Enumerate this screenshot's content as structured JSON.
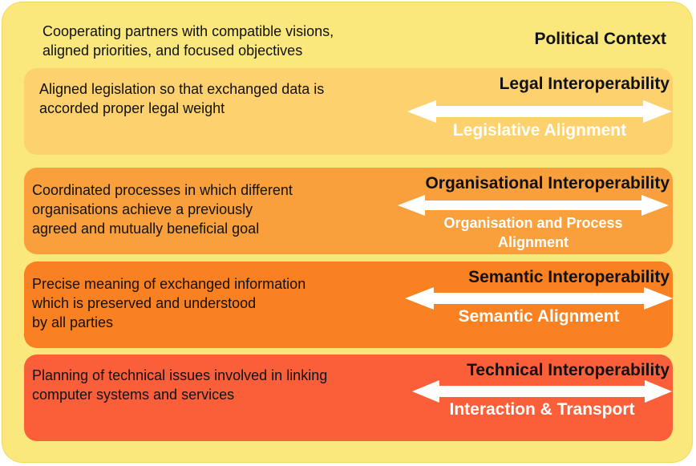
{
  "political_context": {
    "title": "Political Context",
    "description_line1": "Cooperating partners with compatible visions,",
    "description_line2": "aligned priorities, and focused objectives"
  },
  "layers": [
    {
      "title": "Legal Interoperability",
      "description_lines": [
        "Aligned legislation so that exchanged data is",
        "accorded proper legal weight"
      ],
      "alignment_lines": [
        "Legislative Alignment"
      ],
      "color": "#fdd26e"
    },
    {
      "title": "Organisational Interoperability",
      "description_lines": [
        "Coordinated processes in which different",
        "organisations achieve a previously",
        "agreed and mutually beneficial goal"
      ],
      "alignment_lines": [
        "Organisation and Process",
        "Alignment"
      ],
      "color": "#f9a03c"
    },
    {
      "title": "Semantic Interoperability",
      "description_lines": [
        "Precise meaning of exchanged information",
        "which is preserved and understood",
        "by all parties"
      ],
      "alignment_lines": [
        "Semantic Alignment"
      ],
      "color": "#f98121"
    },
    {
      "title": "Technical Interoperability",
      "description_lines": [
        "Planning of technical issues involved in linking",
        "computer systems and services"
      ],
      "alignment_lines": [
        "Interaction & Transport"
      ],
      "color": "#fb5f3a"
    }
  ],
  "arrow_icon": "double-headed-arrow-icon",
  "arrow_color": "#ffffff"
}
